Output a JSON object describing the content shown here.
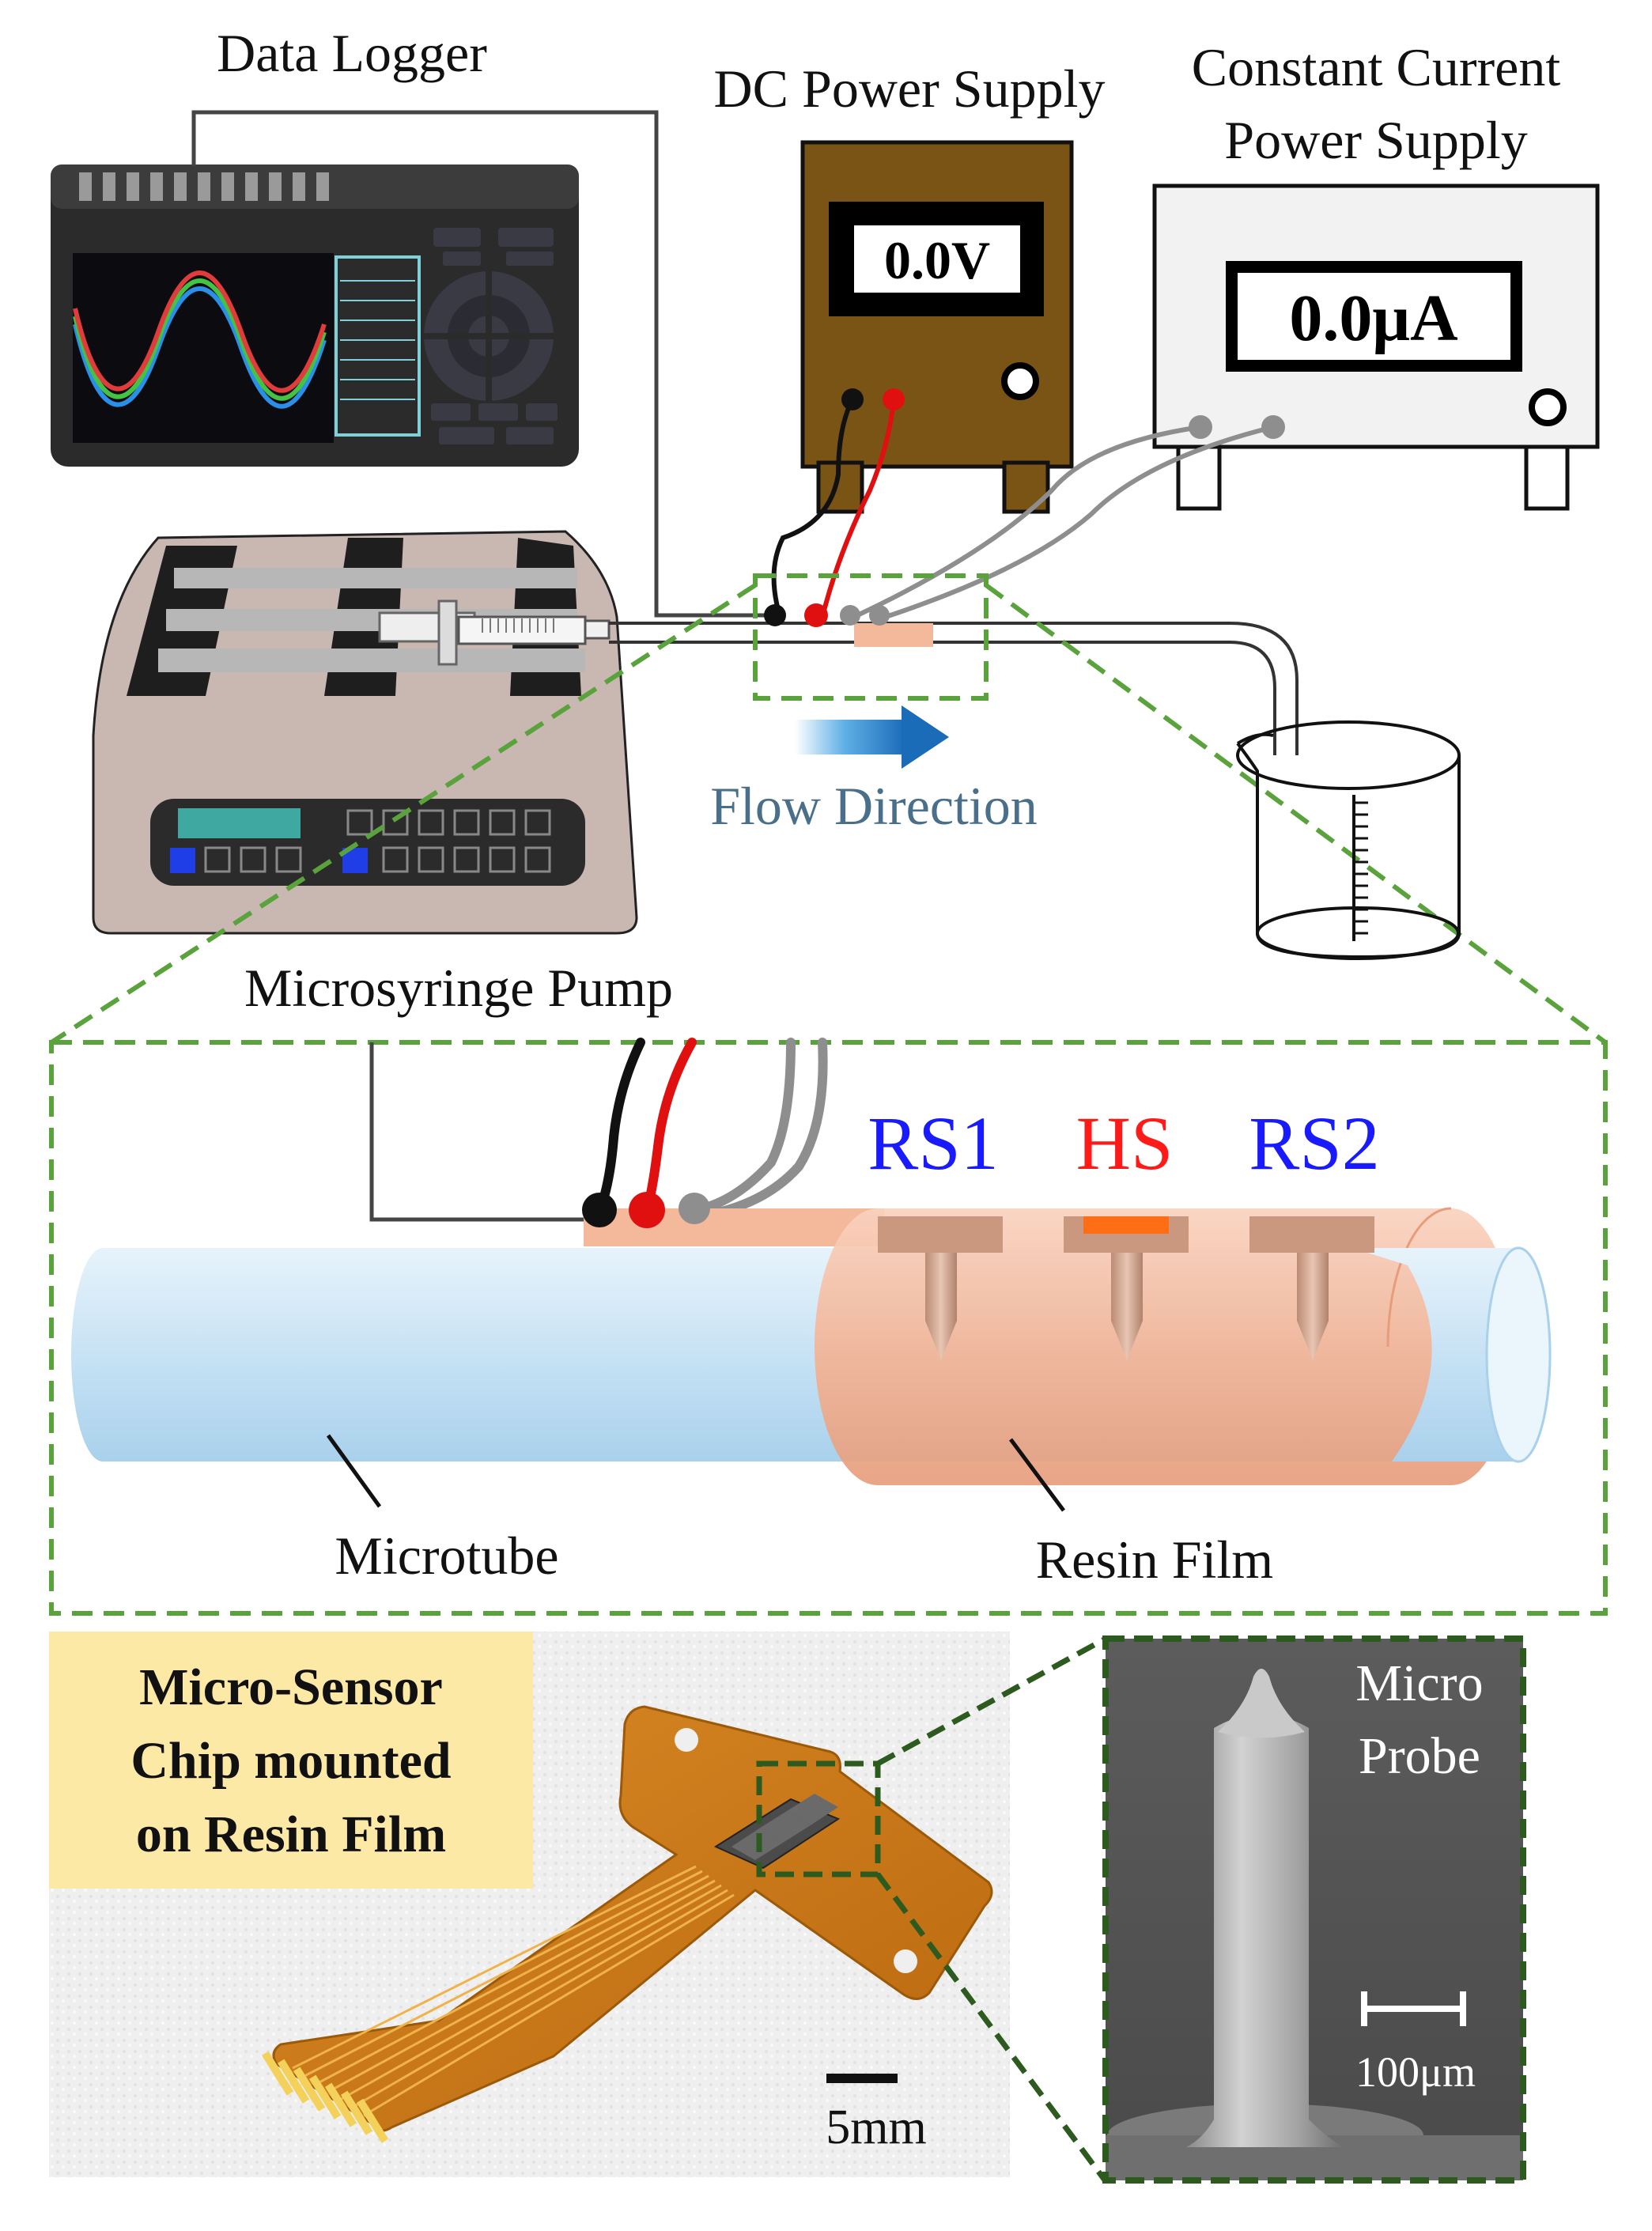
{
  "labels": {
    "data_logger": "Data Logger",
    "dc_power_supply": "DC Power Supply",
    "constant_current_line1": "Constant Current",
    "constant_current_line2": "Power Supply",
    "flow_direction": "Flow Direction",
    "microsyringe_pump": "Microsyringe Pump",
    "microtube": "Microtube",
    "resin_film": "Resin Film"
  },
  "instruments": {
    "dc_display": "0.0V",
    "cc_display": "0.0μA"
  },
  "sensors": [
    {
      "label": "RS1",
      "color": "#1a1aff"
    },
    {
      "label": "HS",
      "color": "#ff1a1a"
    },
    {
      "label": "RS2",
      "color": "#1a1aff"
    }
  ],
  "photo": {
    "caption_line1": "Micro-Sensor",
    "caption_line2": "Chip mounted",
    "caption_line3": "on Resin Film",
    "scale_label": "5mm"
  },
  "sem": {
    "title_line1": "Micro",
    "title_line2": "Probe",
    "scale_label": "100μm"
  },
  "colors": {
    "zoom_dash": "#5aa33c",
    "zoom_dash_dark": "#2d5a1e",
    "resin": "#f4b89a",
    "microtube": "#cfe6f5",
    "dc_supply": "#7a5415",
    "flow_arrow": "#1c78c4",
    "caption_bg": "#fde9a6"
  }
}
